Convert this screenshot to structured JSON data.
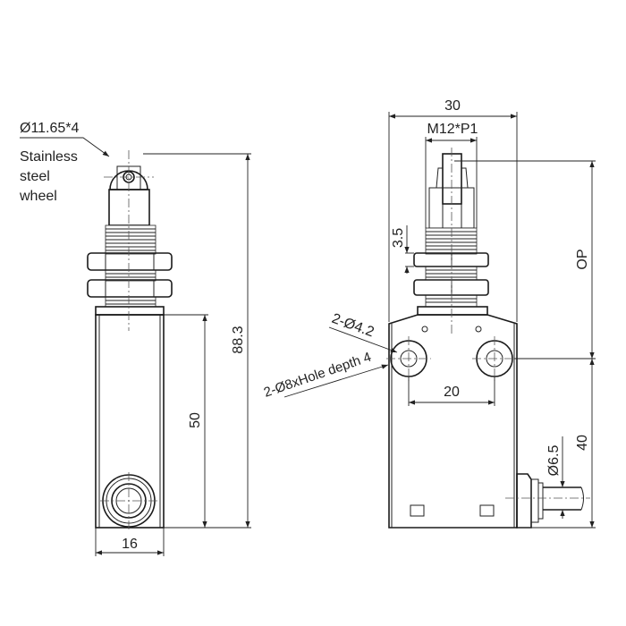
{
  "side_view": {
    "wheel_diameter": "Ø11.65*4",
    "wheel_note": [
      "Stainless",
      "steel",
      "wheel"
    ],
    "total_height": "88.3",
    "body_height": "50",
    "body_width": "16"
  },
  "front_view": {
    "overall_width": "30",
    "thread": "M12*P1",
    "nut_thickness": "3.5",
    "operating_position": "OP",
    "mount_hole": "2-Ø4.2",
    "counterbore": "2-Ø8xHole depth 4",
    "hole_spacing": "20",
    "hole_to_bottom": "40",
    "cable_diameter": "Ø6.5"
  }
}
